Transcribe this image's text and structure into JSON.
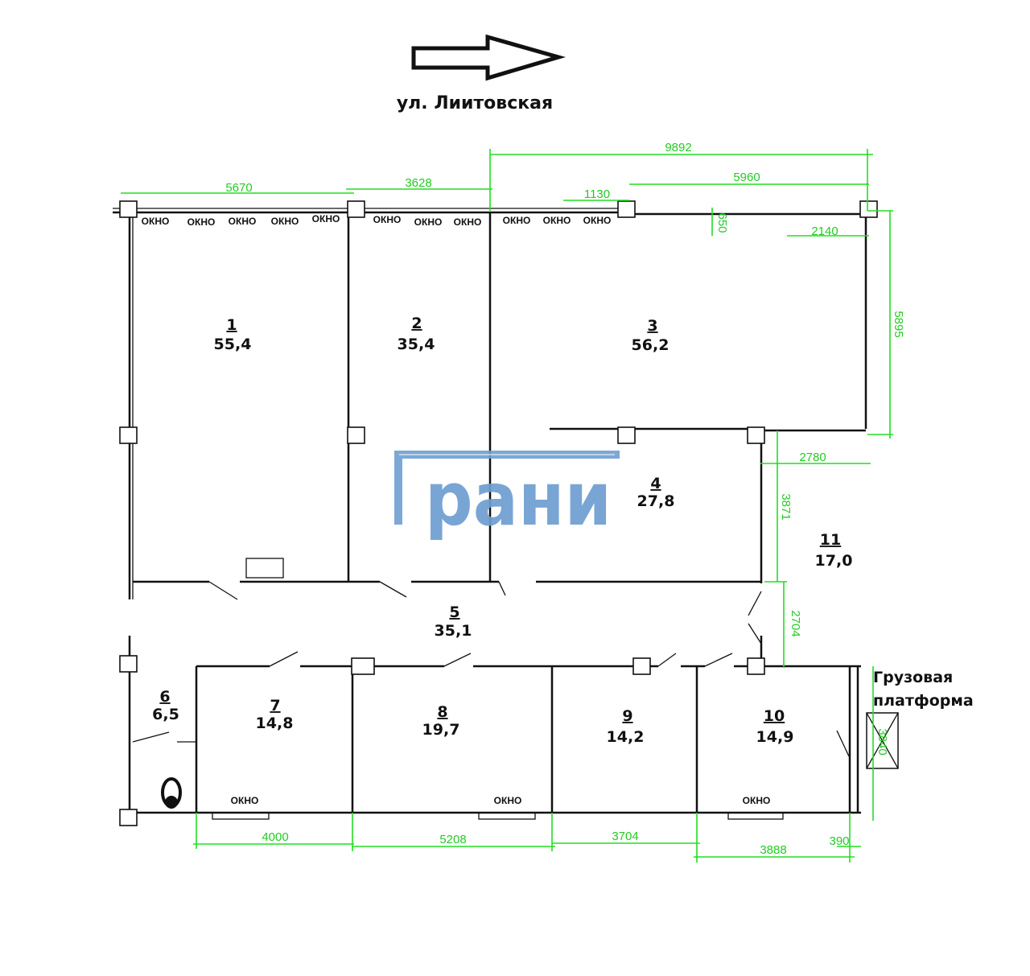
{
  "street": {
    "label": "ул. Лиитовская",
    "arrow_icon": "arrow-right-icon"
  },
  "watermark": {
    "text": "рани",
    "color": "#6e9ed2"
  },
  "rooms": [
    {
      "number": "1",
      "area": "55,4"
    },
    {
      "number": "2",
      "area": "35,4"
    },
    {
      "number": "3",
      "area": "56,2"
    },
    {
      "number": "4",
      "area": "27,8"
    },
    {
      "number": "5",
      "area": "35,1"
    },
    {
      "number": "6",
      "area": "6,5"
    },
    {
      "number": "7",
      "area": "14,8"
    },
    {
      "number": "8",
      "area": "19,7"
    },
    {
      "number": "9",
      "area": "14,2"
    },
    {
      "number": "10",
      "area": "14,9"
    },
    {
      "number": "11",
      "area": "17,0"
    }
  ],
  "window_label": "ОКНО",
  "dimensions": {
    "d5670": "5670",
    "d3628": "3628",
    "d9892": "9892",
    "d1130": "1130",
    "d5960": "5960",
    "d650": "650",
    "d2140": "2140",
    "d5895": "5895",
    "d2780": "2780",
    "d3871": "3871",
    "d2704": "2704",
    "d3840": "3840",
    "d4000": "4000",
    "d5208": "5208",
    "d3704": "3704",
    "d3888": "3888",
    "d390": "390"
  },
  "cargo_platform": {
    "line1": "Грузовая",
    "line2": "платформа"
  },
  "colors": {
    "dimension": "#22dd22",
    "wall": "#111111",
    "logo": "#6e9ed2"
  }
}
